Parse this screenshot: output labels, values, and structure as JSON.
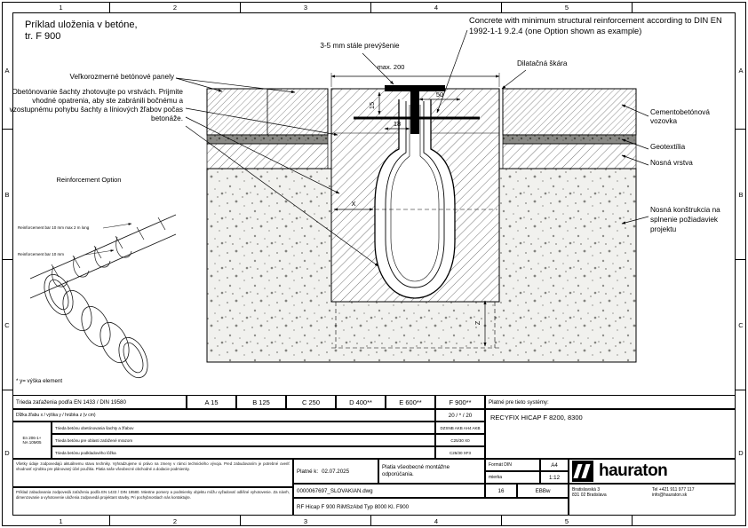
{
  "frame": {
    "cols": [
      "1",
      "2",
      "3",
      "4",
      "5"
    ],
    "rows": [
      "A",
      "B",
      "C",
      "D"
    ]
  },
  "title": {
    "line1": "Príklad uloženia v betóne,",
    "line2": "tr. F 900"
  },
  "callouts": {
    "panels": "Veľkorozmerné betónové panely",
    "encasement": "Obetónovanie šachty zhotovujte po vrstvách. Prijmite vhodné opatrenia, aby ste zabránili bočnému a vzostupnému pohybu šachty a líniových žľabov počas betonáže.",
    "reinforcement_option": "Reinforcement Option",
    "rebar_long": "Reinforcement bar 10 mm max 2 m long",
    "rebar": "Reinforcement bar 10 mm",
    "footnote": "* y= výška element",
    "protrusion": "3-5 mm stále prevýšenie",
    "concrete_note": "Concrete with minimum structural reinforcement according to DIN EN 1992-1-1 9.2.4 (one Option shown as example)",
    "dilatation": "Dilatačná škára",
    "pavement": "Cementobetónová vozovka",
    "geotextile": "Geotextília",
    "base_layer": "Nosná vrstva",
    "bearing": "Nosná konštrukcia na splnenie požiadaviek projektu"
  },
  "dims": {
    "max200": "max. 200",
    "d15": "15",
    "d50": "50",
    "d18": "18",
    "dx": "X",
    "dz": "Z"
  },
  "titleblock": {
    "load_class_label": "Trieda zaťaženia podľa EN 1433 / DIN 19580",
    "classes": [
      "A 15",
      "B 125",
      "C 250",
      "D 400**",
      "E 600**",
      "F 900**"
    ],
    "systems_label": "Platné pre tieto systémy:",
    "systems_value": "RECYFIX HICAP F 8200, 8300",
    "dims_label": "Dĺžka žľabu x / výška y / hrúbka z (v cm)",
    "dims_value": "20 / * / 20",
    "spec_col1_line1": "En 206-1+",
    "spec_col1_line2": "NA 10M05",
    "spec_rows": [
      {
        "label": "Trieda betónu obetónovania šachty a žľabov",
        "value": "DZSNB AKB AH4 AKB"
      },
      {
        "label": "Trieda betónu pre oblasti zaťažené mrazom",
        "value": "C25/30 X0"
      },
      {
        "label": "Trieda betónu podkladového lôžka",
        "value": "C25/30 XF3"
      }
    ],
    "disclaimer1": "Všetky údaje zodpovedajú aktuálnemu stavu techniky. Vyhradzujeme si právo na zmeny v rámci technického vývoja. Pred zabudovaním je potrebné overiť vhodnosť výrobku pre plánovaný účel použitia. Platia naše všeobecné obchodné a dodacie podmienky.",
    "disclaimer2": "Príklad zabudovania zodpovedá zaťaženiu podľa EN 1433 / DIN 19580. Miestne pomery a podmienky objektu môžu vyžadovať odlišné vyhotovenie. Za návrh, dimenzovanie a vyhotovenie uloženia zodpovedá projektant stavby. Pri pochybnostiach nás kontaktujte.",
    "valid_label": "Platné k:",
    "valid_date": "02.07.2025",
    "general_note": "Platia všeobecné montážne odporúčania.",
    "format_label": "Formát DIN",
    "format_value": "A4",
    "scale_label": "mierka",
    "scale_value": "1:12",
    "brand": "hauraton",
    "address1": "Bratislavská 3",
    "address2": "831 02 Bratislava",
    "phone": "Tel +421 911 977 117",
    "email": "info@hauraton.sk",
    "file_name": "0000067697_SLOVAKIAN.dwg",
    "sheet_no": "16",
    "author": "EBBw",
    "drawing_name": "RF Hicap F 900 RiMSzAbd Typ 8000 Kl. F900"
  }
}
